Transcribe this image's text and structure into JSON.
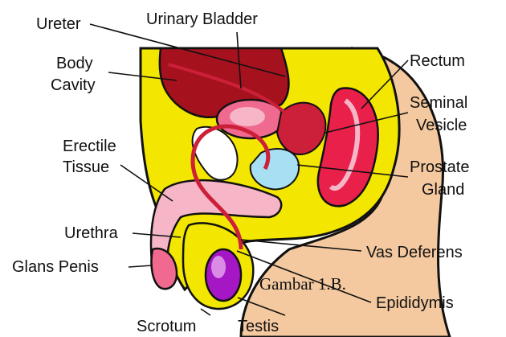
{
  "labels": {
    "ureter": "Ureter",
    "urinary_bladder": "Urinary Bladder",
    "body_cavity_1": "Body",
    "body_cavity_2": "Cavity",
    "rectum": "Rectum",
    "seminal_vesicle_1": "Seminal",
    "seminal_vesicle_2": "Vesicle",
    "erectile_tissue_1": "Erectile",
    "erectile_tissue_2": "Tissue",
    "prostate_gland_1": "Prostate",
    "prostate_gland_2": "Gland",
    "urethra": "Urethra",
    "vas_deferens": "Vas Deferens",
    "glans_penis": "Glans Penis",
    "epididymis": "Epididymis",
    "scrotum": "Scrotum",
    "testis": "Testis"
  },
  "caption": "Gambar 1.B.",
  "colors": {
    "body_yellow": "#f3e600",
    "dark_red": "#a5121e",
    "red": "#cc1f3a",
    "pink": "#f06a8f",
    "light_pink": "#f6b6c8",
    "purple": "#a516c4",
    "skin": "#f4c9a0",
    "blue": "#a8dff2"
  }
}
